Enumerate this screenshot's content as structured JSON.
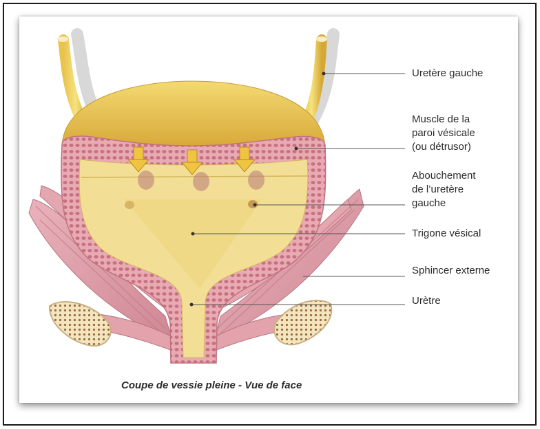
{
  "figure": {
    "caption": "Coupe de vessie pleine - Vue de face",
    "labels": {
      "ureter_left": "Uretère gauche",
      "detrusor_line1": "Muscle de la",
      "detrusor_line2": "paroi vésicale",
      "detrusor_line3": "(ou détrusor)",
      "ureter_opening_line1": "Abouchement",
      "ureter_opening_line2": "de l’uretère",
      "ureter_opening_line3": "gauche",
      "trigone": "Trigone vésical",
      "sphincter": "Sphincer externe",
      "urethra": "Urètre"
    }
  },
  "colors": {
    "bladder_fill": "#f1dc8a",
    "bladder_top": "#e3bd47",
    "wall_pink": "#e6a9b1",
    "wall_dots": "#c4707e",
    "muscle": "#dc9aa6",
    "bone": "#f0e0b8",
    "leader_line": "#555555"
  }
}
